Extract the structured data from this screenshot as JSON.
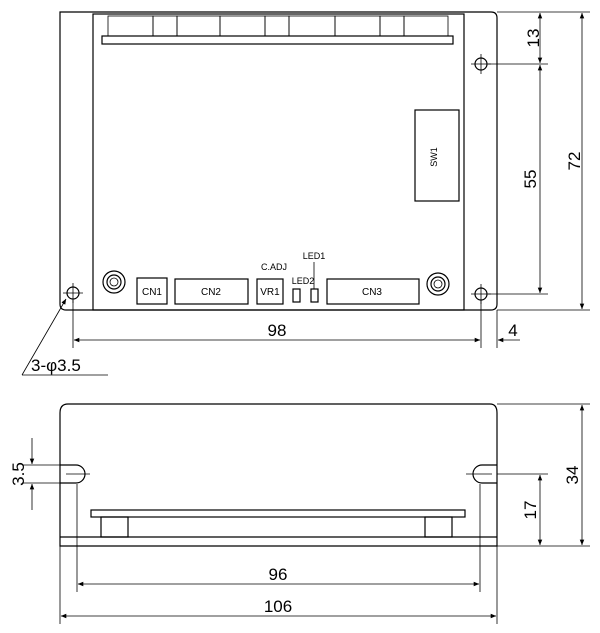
{
  "top_view": {
    "dimensions": {
      "width_98": "98",
      "right_4": "4",
      "top_13": "13",
      "mid_55": "55",
      "height_72": "72"
    },
    "hole_callout": "3-φ3.5",
    "components": {
      "cn1": "CN1",
      "cn2": "CN2",
      "vr1": "VR1",
      "cn3": "CN3",
      "sw1": "SW1",
      "c_adj": "C.ADJ",
      "led1": "LED1",
      "led2": "LED2"
    }
  },
  "side_view": {
    "dimensions": {
      "slot_3_5": "3.5",
      "height_34": "34",
      "height_17": "17",
      "width_96": "96",
      "width_106": "106"
    }
  }
}
